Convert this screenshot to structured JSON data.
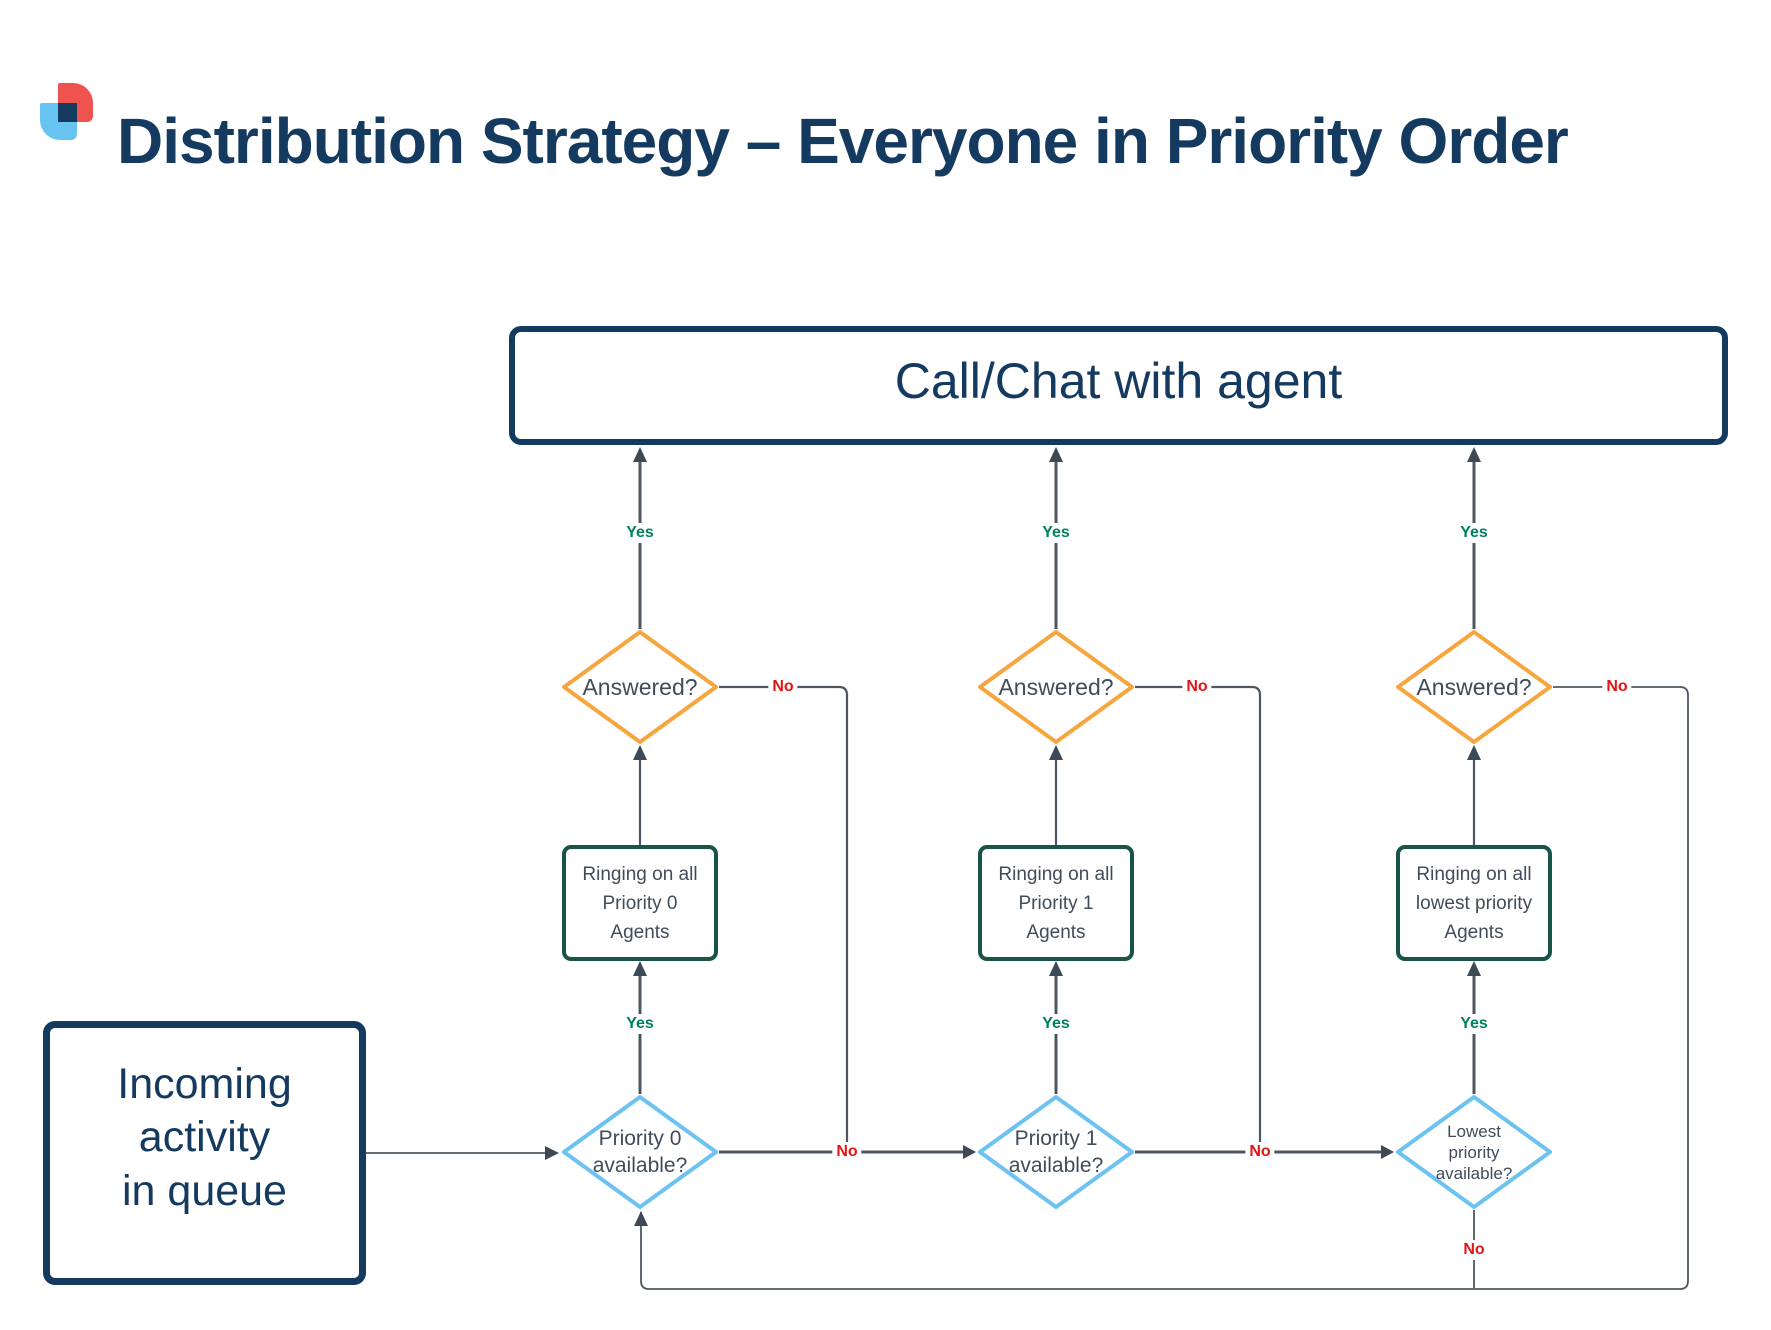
{
  "title": "Distribution Strategy – Everyone in Priority Order",
  "colors": {
    "navy": "#153A60",
    "orange": "#F7A63F",
    "lightblue": "#6CC2F1",
    "teal": "#1A5349",
    "red": "#E51414",
    "green": "#00815D",
    "line": "#4E5761",
    "arrow": "#3E4956",
    "shape-text": "#414C5A",
    "logo-red": "#EE5350",
    "logo-blue": "#67C3F0"
  },
  "nodes": {
    "call_chat": "Call/Chat with agent",
    "incoming": "Incoming\nactivity\nin queue"
  },
  "columns": [
    {
      "answered": "Answered?",
      "ringing": "Ringing on all\nPriority 0\nAgents",
      "available": "Priority 0\navailable?",
      "yes_top": "Yes",
      "yes_mid": "Yes",
      "no_answered": "No",
      "no_available": "No"
    },
    {
      "answered": "Answered?",
      "ringing": "Ringing on all\nPriority 1\nAgents",
      "available": "Priority 1\navailable?",
      "yes_top": "Yes",
      "yes_mid": "Yes",
      "no_answered": "No",
      "no_available": "No"
    },
    {
      "answered": "Answered?",
      "ringing": "Ringing on all\nlowest priority\nAgents",
      "available": "Lowest\npriority\navailable?",
      "yes_top": "Yes",
      "yes_mid": "Yes",
      "no_answered": "No",
      "no_available": "No"
    }
  ]
}
